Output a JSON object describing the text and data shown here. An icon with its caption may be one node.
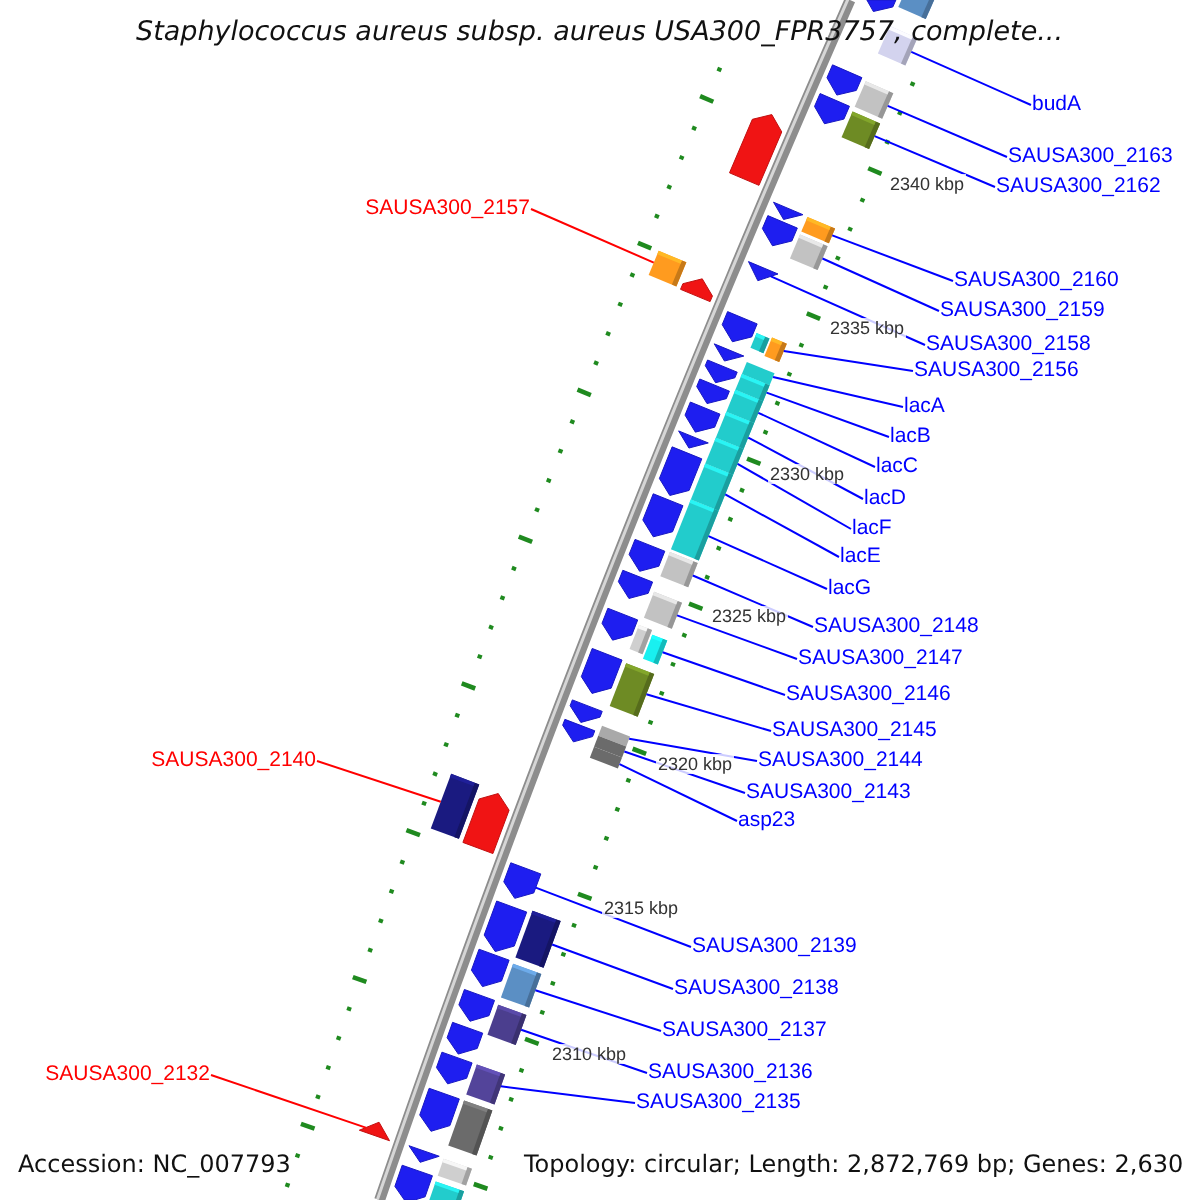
{
  "diagram": {
    "title": "Staphylococcus aureus subsp. aureus USA300_FPR3757, complete...",
    "nodes": [
      {
        "text": [
          "budA"
        ]
      },
      {
        "text": [],
        "shape": "box"
      },
      {
        "text": [
          "SAUSA300_2163"
        ]
      },
      {
        "text": [],
        "shape": "box"
      },
      {
        "text": [
          "SAUSA300_2162"
        ]
      },
      {
        "text": [],
        "shape": "box"
      },
      {
        "text": [
          "SAUSA300_2157"
        ]
      },
      {
        "text": [],
        "shape": "box"
      },
      {
        "text": [
          "SAUSA300_2160"
        ]
      },
      {
        "text": [],
        "shape": "box"
      },
      {
        "text": [
          "SAUSA300_2159"
        ]
      },
      {
        "text": [],
        "shape": "box"
      },
      {
        "text": [
          "SAUSA300_2158"
        ]
      },
      {
        "text": [],
        "shape": "triangle"
      },
      {
        "text": [
          "SAUSA300_2156"
        ]
      },
      {
        "text": [],
        "shape": "box"
      },
      {
        "text": [
          "lacA"
        ]
      },
      {
        "text": [],
        "shape": "box"
      },
      {
        "text": [
          "lacB"
        ]
      },
      {
        "text": [],
        "shape": "box"
      },
      {
        "text": [
          "lacC"
        ]
      },
      {
        "text": [],
        "shape": "box"
      },
      {
        "text": [
          "lacD"
        ]
      },
      {
        "text": [],
        "shape": "box"
      },
      {
        "text": [
          "lacF"
        ]
      },
      {
        "text": [],
        "shape": "box"
      },
      {
        "text": [
          "lacE"
        ]
      },
      {
        "text": [],
        "shape": "box"
      },
      {
        "text": [
          "lacG"
        ]
      },
      {
        "text": [],
        "shape": "box"
      },
      {
        "text": [
          "SAUSA300_2148"
        ]
      },
      {
        "text": [],
        "shape": "box"
      },
      {
        "text": [
          "SAUSA300_2147"
        ]
      },
      {
        "text": [],
        "shape": "box"
      },
      {
        "text": [
          "SAUSA300_2146"
        ]
      },
      {
        "text": [],
        "shape": "box"
      },
      {
        "text": [
          "SAUSA300_2145"
        ]
      },
      {
        "text": [],
        "shape": "box"
      },
      {
        "text": [
          "SAUSA300_2140"
        ]
      },
      {
        "text": [],
        "shape": "box"
      },
      {
        "text": [
          "SAUSA300_2144"
        ]
      },
      {
        "text": [],
        "shape": "box"
      },
      {
        "text": [
          "SAUSA300_2143"
        ]
      },
      {
        "text": [],
        "shape": "box"
      },
      {
        "text": [
          "asp23"
        ]
      },
      {
        "text": [],
        "shape": "box"
      },
      {
        "text": [
          "SAUSA300_2139"
        ]
      },
      {
        "text": [],
        "shape": "pentagon"
      },
      {
        "text": [
          "SAUSA300_2138"
        ]
      },
      {
        "text": [],
        "shape": "box"
      },
      {
        "text": [
          "SAUSA300_2137"
        ]
      },
      {
        "text": [],
        "shape": "box"
      },
      {
        "text": [
          "SAUSA300_2136"
        ]
      },
      {
        "text": [],
        "shape": "box"
      },
      {
        "text": [
          "SAUSA300_2132"
        ]
      },
      {
        "text": [],
        "shape": "triangle"
      },
      {
        "text": [
          "SAUSA300_2135"
        ]
      },
      {
        "text": [],
        "shape": "box"
      },
      {
        "text": [],
        "shape": "pentagon"
      },
      {
        "text": [],
        "shape": "box"
      },
      {
        "text": [],
        "shape": "pentagon"
      },
      {
        "text": [],
        "shape": "pentagon"
      },
      {
        "text": [],
        "shape": "pentagon"
      },
      {
        "text": [],
        "shape": "triangle"
      },
      {
        "text": [],
        "shape": "pentagon"
      },
      {
        "text": [],
        "shape": "pentagon"
      },
      {
        "text": [],
        "shape": "pentagon"
      },
      {
        "text": [],
        "shape": "box"
      },
      {
        "text": [],
        "shape": "triangle"
      },
      {
        "text": [],
        "shape": "pentagon"
      },
      {
        "text": [],
        "shape": "pentagon"
      },
      {
        "text": [],
        "shape": "pentagon"
      },
      {
        "text": [],
        "shape": "triangle"
      },
      {
        "text": [],
        "shape": "pentagon"
      },
      {
        "text": [],
        "shape": "pentagon"
      },
      {
        "text": [],
        "shape": "pentagon"
      },
      {
        "text": [],
        "shape": "pentagon"
      },
      {
        "text": [],
        "shape": "pentagon"
      },
      {
        "text": [],
        "shape": "box"
      },
      {
        "text": [],
        "shape": "pentagon"
      },
      {
        "text": [],
        "shape": "pentagon"
      },
      {
        "text": [],
        "shape": "pentagon"
      },
      {
        "text": [],
        "shape": "pentagon"
      },
      {
        "text": [],
        "shape": "pentagon"
      },
      {
        "text": [],
        "shape": "pentagon"
      },
      {
        "text": [],
        "shape": "pentagon"
      },
      {
        "text": [],
        "shape": "pentagon"
      },
      {
        "text": [],
        "shape": "pentagon"
      },
      {
        "text": [],
        "shape": "pentagon"
      },
      {
        "text": [],
        "shape": "box"
      },
      {
        "text": [],
        "shape": "triangle"
      },
      {
        "text": [],
        "shape": "box"
      },
      {
        "text": [],
        "shape": "pentagon"
      },
      {
        "text": [],
        "shape": "box"
      }
    ],
    "edges": [
      {
        "from": 0,
        "to": 1,
        "arrow": "none"
      },
      {
        "from": 2,
        "to": 3,
        "arrow": "none"
      },
      {
        "from": 4,
        "to": 5,
        "arrow": "none"
      },
      {
        "from": 6,
        "to": 7,
        "arrow": "none",
        "color": "#ff0000"
      },
      {
        "from": 8,
        "to": 9,
        "arrow": "none"
      },
      {
        "from": 10,
        "to": 11,
        "arrow": "none"
      },
      {
        "from": 12,
        "to": 13,
        "arrow": "none"
      },
      {
        "from": 14,
        "to": 15,
        "arrow": "none"
      },
      {
        "from": 16,
        "to": 17,
        "arrow": "none"
      },
      {
        "from": 18,
        "to": 19,
        "arrow": "none"
      },
      {
        "from": 20,
        "to": 21,
        "arrow": "none"
      },
      {
        "from": 22,
        "to": 23,
        "arrow": "none"
      },
      {
        "from": 24,
        "to": 25,
        "arrow": "none"
      },
      {
        "from": 26,
        "to": 27,
        "arrow": "none"
      },
      {
        "from": 28,
        "to": 29,
        "arrow": "none"
      },
      {
        "from": 30,
        "to": 31,
        "arrow": "none"
      },
      {
        "from": 32,
        "to": 33,
        "arrow": "none"
      },
      {
        "from": 34,
        "to": 35,
        "arrow": "none"
      },
      {
        "from": 36,
        "to": 37,
        "arrow": "none"
      },
      {
        "from": 38,
        "to": 39,
        "arrow": "none",
        "color": "#ff0000"
      },
      {
        "from": 40,
        "to": 41,
        "arrow": "none"
      },
      {
        "from": 42,
        "to": 43,
        "arrow": "none"
      },
      {
        "from": 44,
        "to": 45,
        "arrow": "none"
      },
      {
        "from": 46,
        "to": 47,
        "arrow": "none"
      },
      {
        "from": 48,
        "to": 49,
        "arrow": "none"
      },
      {
        "from": 50,
        "to": 51,
        "arrow": "none"
      },
      {
        "from": 52,
        "to": 53,
        "arrow": "none"
      },
      {
        "from": 54,
        "to": 55,
        "arrow": "none",
        "color": "#ff0000"
      },
      {
        "from": 56,
        "to": 57,
        "arrow": "none"
      }
    ],
    "labels": [
      "2340 kbp",
      "2335 kbp",
      "2330 kbp",
      "2325 kbp",
      "2320 kbp",
      "2315 kbp",
      "2310 kbp",
      "Accession: NC_007793",
      "Topology: circular; Length: 2,872,769 bp; Genes: 2,630"
    ]
  }
}
